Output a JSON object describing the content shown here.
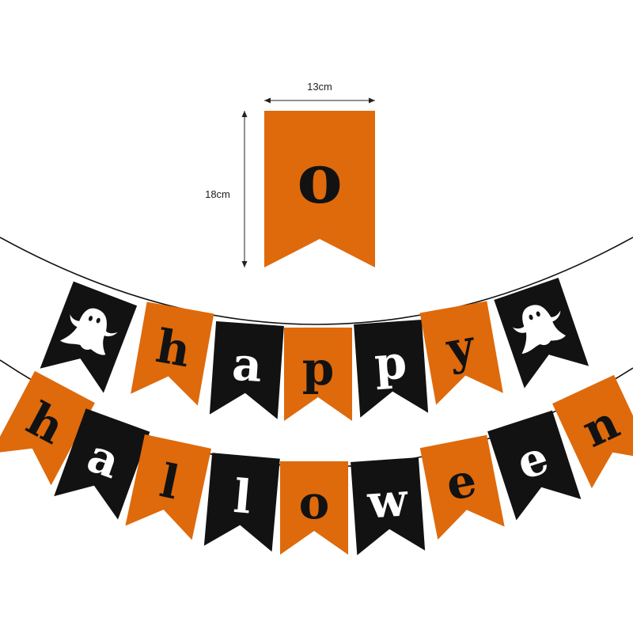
{
  "colors": {
    "orange": "#de6a0c",
    "black": "#121212",
    "white": "#ffffff",
    "string": "#111111"
  },
  "sample": {
    "letter": "o",
    "width_label": "13cm",
    "height_label": "18cm"
  },
  "row1": [
    {
      "type": "icon",
      "icon": "ghost-icon",
      "color": "black"
    },
    {
      "type": "letter",
      "letter": "h",
      "color": "orange"
    },
    {
      "type": "letter",
      "letter": "a",
      "color": "black"
    },
    {
      "type": "letter",
      "letter": "p",
      "color": "orange"
    },
    {
      "type": "letter",
      "letter": "p",
      "color": "black"
    },
    {
      "type": "letter",
      "letter": "y",
      "color": "orange"
    },
    {
      "type": "icon",
      "icon": "ghost-icon",
      "color": "black"
    }
  ],
  "row2": [
    {
      "type": "letter",
      "letter": "h",
      "color": "orange"
    },
    {
      "type": "letter",
      "letter": "a",
      "color": "black"
    },
    {
      "type": "letter",
      "letter": "l",
      "color": "orange"
    },
    {
      "type": "letter",
      "letter": "l",
      "color": "black"
    },
    {
      "type": "letter",
      "letter": "o",
      "color": "orange"
    },
    {
      "type": "letter",
      "letter": "w",
      "color": "black"
    },
    {
      "type": "letter",
      "letter": "e",
      "color": "orange"
    },
    {
      "type": "letter",
      "letter": "e",
      "color": "black"
    },
    {
      "type": "letter",
      "letter": "n",
      "color": "orange"
    }
  ]
}
